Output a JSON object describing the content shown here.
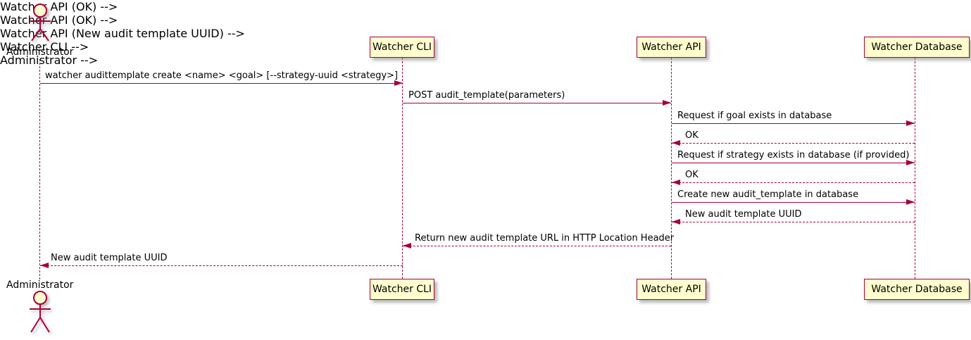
{
  "diagram": {
    "type": "plantuml-sequence",
    "colors": {
      "line": "#A80036",
      "participant_fill": "#FEFECE",
      "participant_border": "#A80036",
      "text": "#000000",
      "background": "#FFFFFF"
    },
    "actor": {
      "name": "Administrator"
    },
    "participants": [
      {
        "name": "Watcher CLI"
      },
      {
        "name": "Watcher API"
      },
      {
        "name": "Watcher Database"
      }
    ],
    "messages": [
      {
        "from": "Administrator",
        "to": "Watcher CLI",
        "label": "watcher audittemplate create <name> <goal> [--strategy-uuid <strategy>]",
        "style": "solid"
      },
      {
        "from": "Watcher CLI",
        "to": "Watcher API",
        "label": "POST audit_template(parameters)",
        "style": "solid"
      },
      {
        "from": "Watcher API",
        "to": "Watcher Database",
        "label": "Request if goal exists in database",
        "style": "solid"
      },
      {
        "from": "Watcher Database",
        "to": "Watcher API",
        "label": "OK",
        "style": "dashed"
      },
      {
        "from": "Watcher API",
        "to": "Watcher Database",
        "label": "Request if strategy exists in database (if provided)",
        "style": "solid"
      },
      {
        "from": "Watcher Database",
        "to": "Watcher API",
        "label": "OK",
        "style": "dashed"
      },
      {
        "from": "Watcher API",
        "to": "Watcher Database",
        "label": "Create new audit_template in database",
        "style": "solid"
      },
      {
        "from": "Watcher Database",
        "to": "Watcher API",
        "label": "New audit template UUID",
        "style": "dashed"
      },
      {
        "from": "Watcher API",
        "to": "Watcher CLI",
        "label": "Return new audit template URL in HTTP Location Header",
        "style": "dashed"
      },
      {
        "from": "Watcher CLI",
        "to": "Administrator",
        "label": "New audit template UUID",
        "style": "dashed"
      }
    ]
  }
}
